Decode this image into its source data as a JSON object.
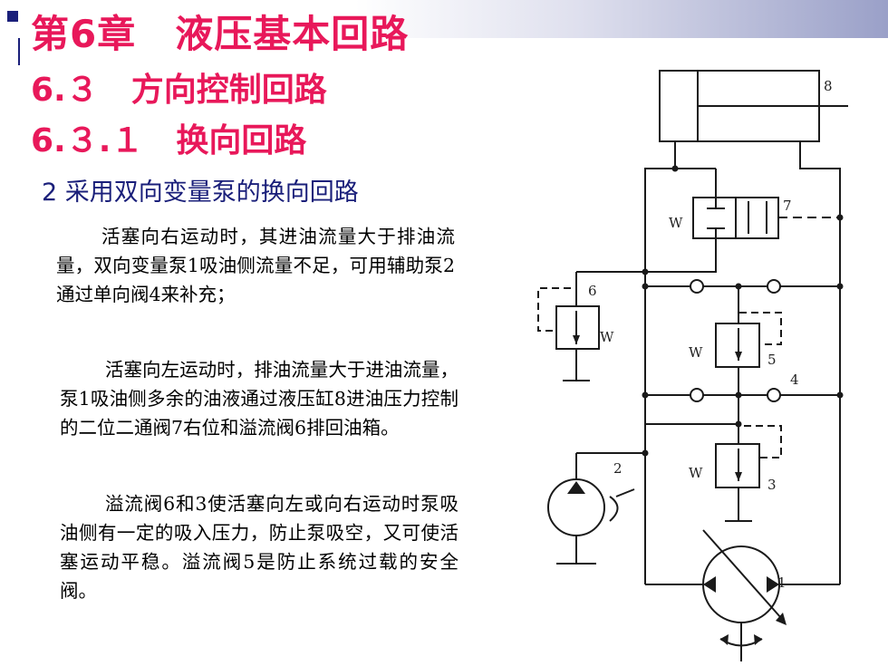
{
  "slide": {
    "chapter_title": "第6章　液压基本回路",
    "section_title": "6.３　方向控制回路",
    "subsection_title": "6.３.１　换向回路",
    "item_title": "2 采用双向变量泵的换向回路",
    "paragraphs": [
      "活塞向右运动时，其进油流量大于排油流量，双向变量泵1吸油侧流量不足，可用辅助泵2通过单向阀4来补充；",
      "活塞向左运动时，排油流量大于进油流量，泵1吸油侧多余的油液通过液压缸8进油压力控制的二位二通阀7右位和溢流阀6排回油箱。",
      "溢流阀6和3使活塞向左或向右运动时泵吸油侧有一定的吸入压力，防止泵吸空，又可使活塞运动平稳。溢流阀5是防止系统过载的安全阀。"
    ]
  },
  "diagram": {
    "labels": {
      "cylinder": "8",
      "valve7": "7",
      "valve6": "6",
      "valve5": "5",
      "check4": "4",
      "pump2": "2",
      "valve3": "3",
      "pump1": "1"
    },
    "spring_symbol": "W"
  },
  "colors": {
    "title": "#e8185a",
    "subhead": "#1a1f7a",
    "line": "#1a1a1a"
  }
}
